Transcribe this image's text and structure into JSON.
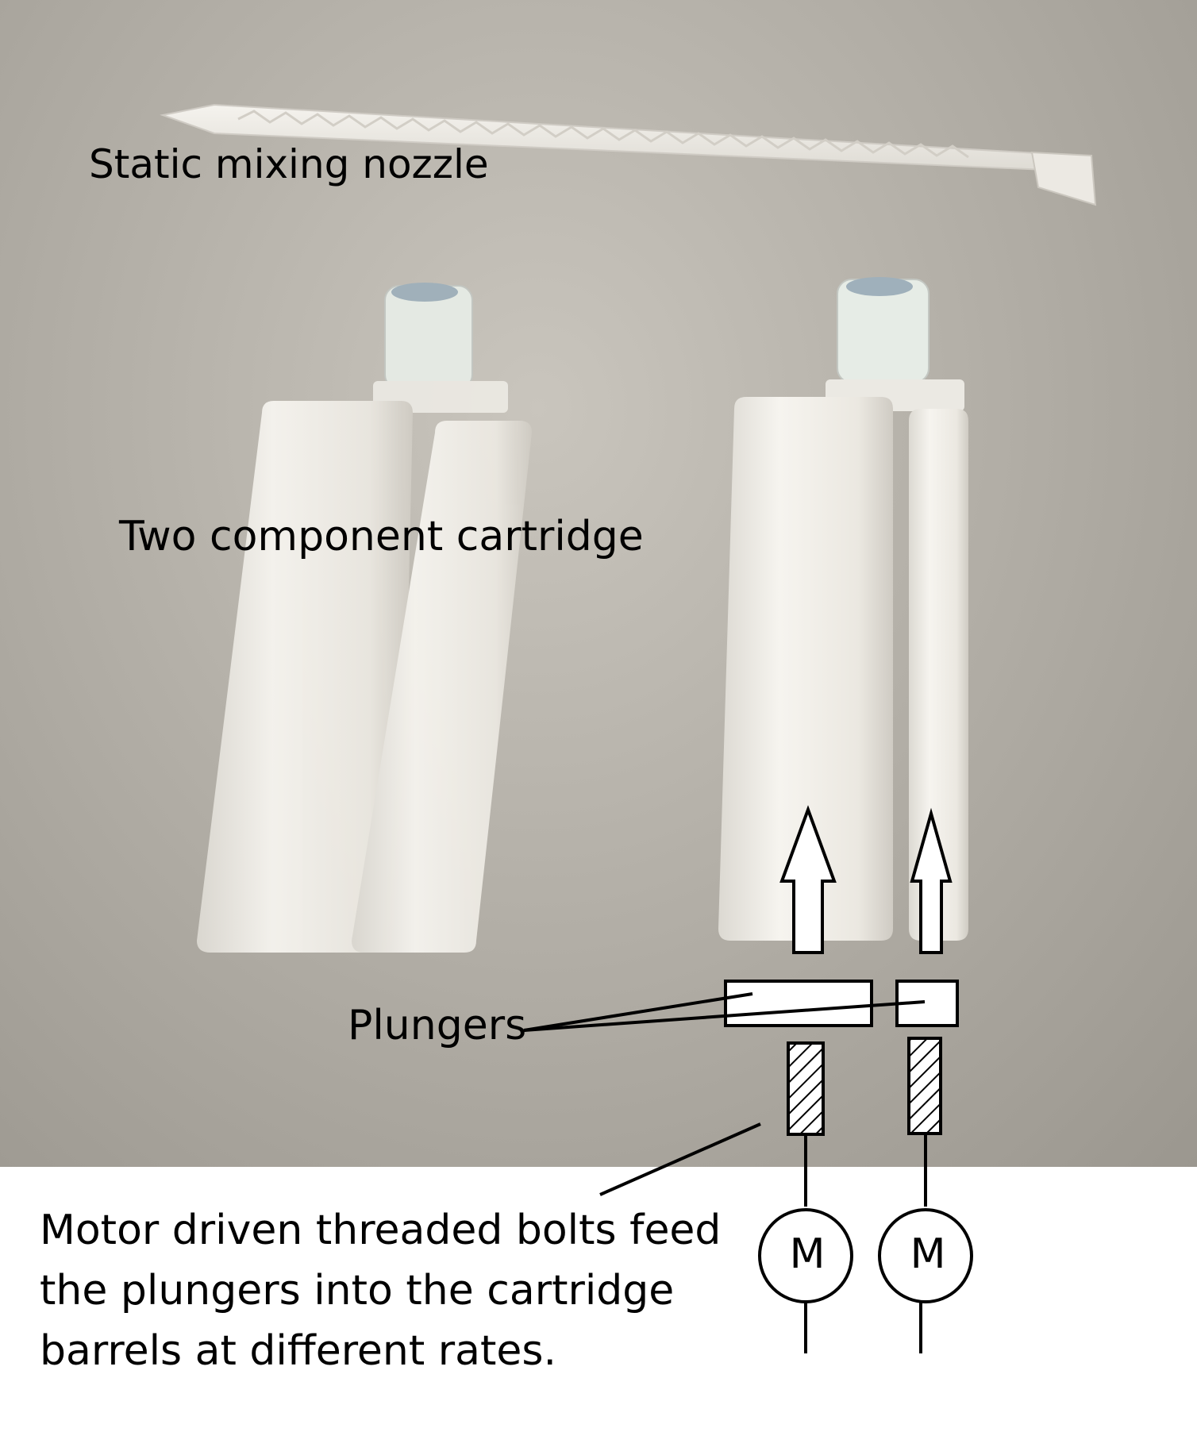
{
  "labels": {
    "nozzle": "Static mixing nozzle",
    "cartridge": "Two component cartridge",
    "plungers": "Plungers"
  },
  "caption": {
    "line1": "Motor driven threaded bolts feed",
    "line2": "the plungers into the cartridge",
    "line3": "barrels at different rates."
  },
  "motors": {
    "left_letter": "M",
    "right_letter": "M"
  },
  "colors": {
    "background_photo": "#b8b4ac",
    "cartridge_plastic": "#f2f0ea",
    "annotation_stroke": "#000000",
    "annotation_fill": "#ffffff"
  }
}
